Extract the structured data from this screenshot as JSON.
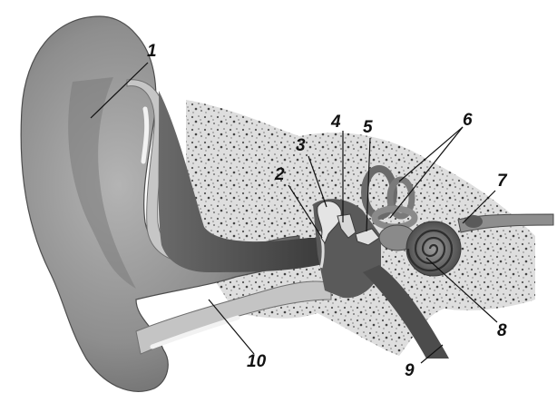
{
  "labels": [
    {
      "id": "1",
      "text": "1"
    },
    {
      "id": "2",
      "text": "2"
    },
    {
      "id": "3",
      "text": "3"
    },
    {
      "id": "4",
      "text": "4"
    },
    {
      "id": "5",
      "text": "5"
    },
    {
      "id": "6",
      "text": "6"
    },
    {
      "id": "7",
      "text": "7"
    },
    {
      "id": "8",
      "text": "8"
    },
    {
      "id": "9",
      "text": "9"
    },
    {
      "id": "10",
      "text": "10"
    }
  ],
  "colors": {
    "background": "#ffffff",
    "skin": "#9a9a9a",
    "skin_dark": "#5a5a5a",
    "canal": "#3c3c3c",
    "bone": "#d9d9d9",
    "bone_speckle": "#4a4a4a",
    "cartilage": "#b8b8b8",
    "label": "#111111"
  }
}
